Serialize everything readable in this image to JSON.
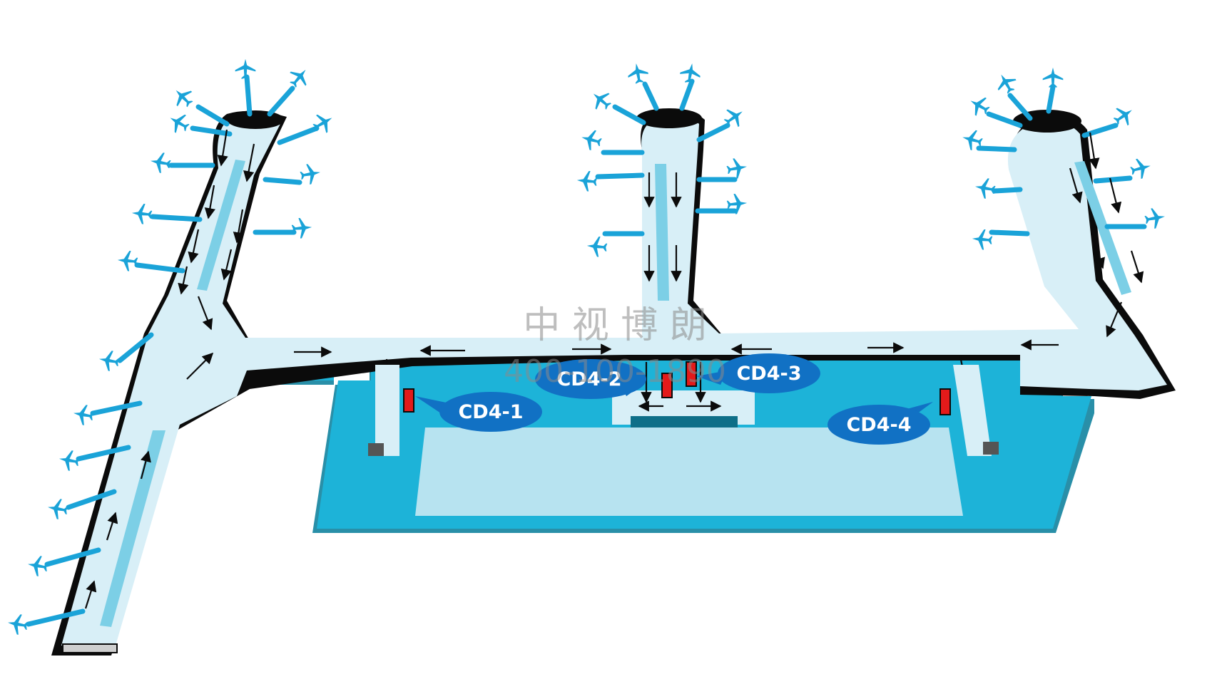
{
  "map": {
    "colors": {
      "corridor": "#d8eff7",
      "outline": "#0b0b0b",
      "hall": "#1db3d8",
      "hall_light": "#b7e3f0",
      "stripe": "#7ccfe6",
      "aircraft": "#1aa3d8",
      "label_bg": "#1171c4",
      "marker": "#e31a1a"
    },
    "labels": [
      {
        "id": "cd4-1",
        "text": "CD4-1"
      },
      {
        "id": "cd4-2",
        "text": "CD4-2"
      },
      {
        "id": "cd4-3",
        "text": "CD4-3"
      },
      {
        "id": "cd4-4",
        "text": "CD4-4"
      }
    ],
    "watermark": {
      "name": "中 视 博 朗",
      "phone": "400-100-1890"
    }
  }
}
